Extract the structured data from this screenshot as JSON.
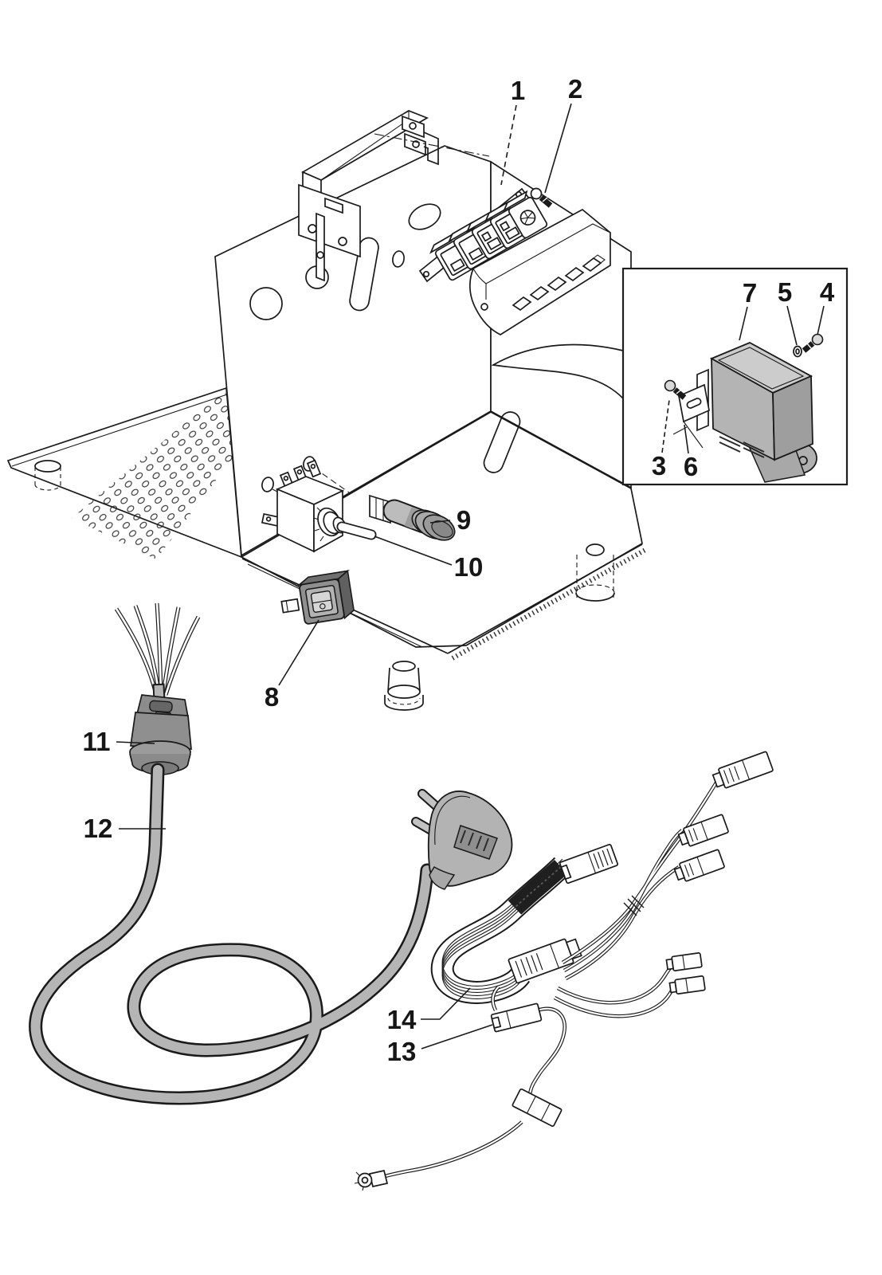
{
  "figure": {
    "kind": "exploded-parts-diagram",
    "subject": "Machine frame with electrical parts: switch panel, control box inset, switches, power cord and wiring harnesses",
    "style": "isometric black line art on white"
  },
  "colors": {
    "line": "#1a1a1a",
    "background": "#ffffff",
    "fill_light_gray": "#b5b5b5",
    "fill_mid_gray": "#9a9a9a",
    "fill_dark_gray": "#777777"
  },
  "callouts": [
    {
      "number": "1",
      "part": "switch-panel-pcb"
    },
    {
      "number": "2",
      "part": "screw"
    },
    {
      "number": "3",
      "part": "screw"
    },
    {
      "number": "4",
      "part": "screw"
    },
    {
      "number": "5",
      "part": "washer"
    },
    {
      "number": "6",
      "part": "slotted-mounting-bracket"
    },
    {
      "number": "7",
      "part": "control-box"
    },
    {
      "number": "8",
      "part": "rocker-switch"
    },
    {
      "number": "9",
      "part": "indicator-lamp"
    },
    {
      "number": "10",
      "part": "toggle-switch"
    },
    {
      "number": "11",
      "part": "cable-strain-relief"
    },
    {
      "number": "12",
      "part": "power-cord"
    },
    {
      "number": "13",
      "part": "wiring-harness"
    },
    {
      "number": "14",
      "part": "ribbon-cable"
    }
  ]
}
